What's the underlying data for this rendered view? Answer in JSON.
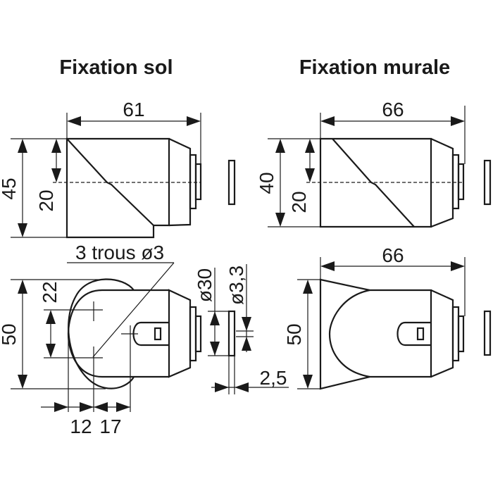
{
  "titles": {
    "floor": "Fixation sol",
    "wall": "Fixation murale"
  },
  "floor_side": {
    "length": "61",
    "height": "45",
    "axis_height": "20"
  },
  "wall_side": {
    "length": "66",
    "height": "40",
    "axis_height": "20"
  },
  "floor_top": {
    "holes_note": "3 trous ø3",
    "width": "50",
    "hole_spacing": "22",
    "offset_a": "12",
    "offset_b": "17"
  },
  "plate": {
    "diameter": "ø30",
    "hole_diameter": "ø3,3",
    "thickness": "2,5"
  },
  "wall_top": {
    "length": "66",
    "width": "50"
  }
}
